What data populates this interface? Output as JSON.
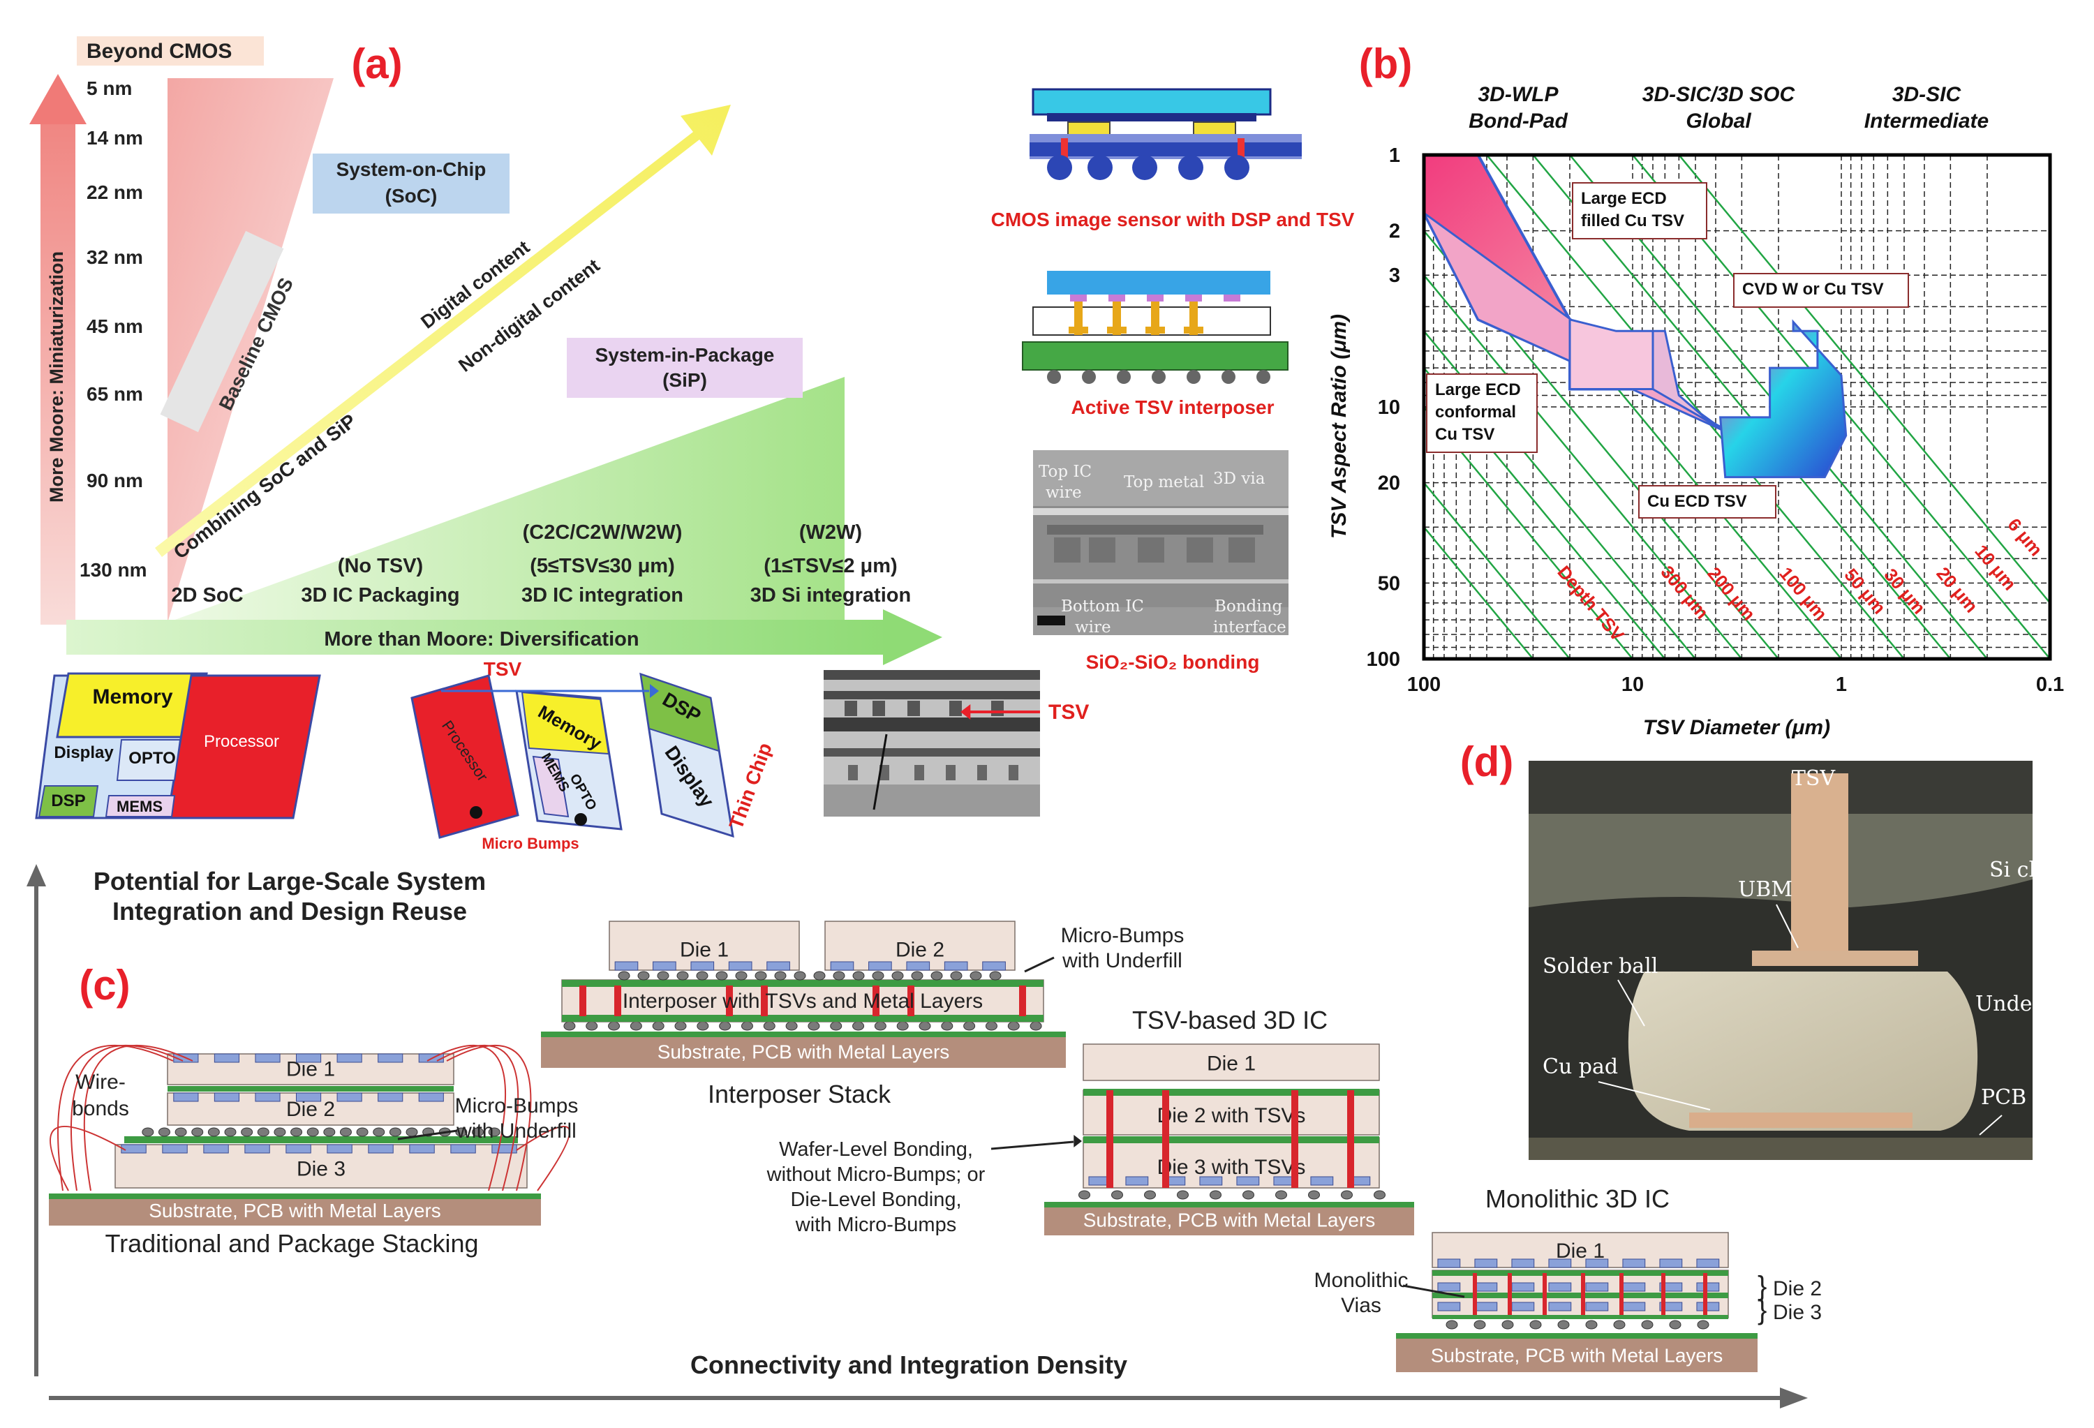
{
  "panel_a": {
    "label": "(a)",
    "beyond_cmos": "Beyond CMOS",
    "nodes": [
      "5 nm",
      "14 nm",
      "22 nm",
      "32 nm",
      "45 nm",
      "65 nm",
      "90 nm",
      "130 nm"
    ],
    "vertical_axis": "More Moore: Miniaturization",
    "horizontal_axis": "More than Moore: Diversification",
    "baseline": "Baseline CMOS",
    "soc": [
      "System-on-Chip",
      "(SoC)"
    ],
    "sip": [
      "System-in-Package",
      "(SiP)"
    ],
    "combining": "Combining SoC and SiP",
    "digital": "Digital content",
    "non_digital": "Non-digital content",
    "stages": [
      {
        "top": "",
        "mid": "",
        "bottom": "2D SoC"
      },
      {
        "top": "",
        "mid": "(No TSV)",
        "bottom": "3D IC Packaging"
      },
      {
        "top": "(C2C/C2W/W2W)",
        "mid": "(5≤TSV≤30 μm)",
        "bottom": "3D IC integration"
      },
      {
        "top": "(W2W)",
        "mid": "(1≤TSV≤2 μm)",
        "bottom": "3D Si integration"
      }
    ],
    "cis_caption": "CMOS image sensor with DSP and TSV",
    "interposer_caption": "Active TSV interposer",
    "bonding_caption": "SiO₂-SiO₂ bonding",
    "sem_labels": [
      "Top IC",
      "wire",
      "Top metal",
      "3D via",
      "Bottom IC",
      "wire",
      "Bonding",
      "interface"
    ],
    "chip2d": {
      "memory": "Memory",
      "display": "Display",
      "opto": "OPTO",
      "processor": "Processor",
      "dsp": "DSP",
      "mems": "MEMS"
    },
    "stack3d": {
      "tsv": "TSV",
      "processor": "Processor",
      "memory": "Memory",
      "mems": "MEMS",
      "opto": "OPTO",
      "dsp": "DSP",
      "display": "Display",
      "thin_chip": "Thin Chip",
      "micro_bumps": "Micro Bumps"
    },
    "tsv_label": "TSV"
  },
  "panel_b": {
    "label": "(b)",
    "column_headers": [
      [
        "3D-WLP",
        "Bond-Pad"
      ],
      [
        "3D-SIC/3D SOC",
        "Global"
      ],
      [
        "3D-SIC",
        "Intermediate"
      ]
    ],
    "region_labels": {
      "large_ecd_filled": [
        "Large ECD",
        "filled Cu TSV"
      ],
      "cvd": "CVD W or Cu TSV",
      "large_ecd_conformal": [
        "Large ECD",
        "conformal",
        "Cu TSV"
      ],
      "cu_ecd": "Cu ECD TSV"
    },
    "depth_label": "Depth TSV",
    "depth_lines": [
      "300 μm",
      "200 μm",
      "100 μm",
      "50 μm",
      "30 μm",
      "20 μm",
      "10 μm",
      "6 μm"
    ]
  },
  "chart_data": {
    "type": "scatter",
    "xlabel": "TSV  Diameter    (μm)",
    "ylabel": "TSV  Aspect Ratio    (μm)",
    "x_scale": "log",
    "y_scale": "log",
    "x_reversed": true,
    "y_reversed": true,
    "xlim": [
      100,
      0.1
    ],
    "ylim": [
      1,
      100
    ],
    "x_ticks": [
      100,
      10,
      1,
      0.1
    ],
    "x_tick_labels": [
      "100",
      "10",
      "1",
      "0.1"
    ],
    "y_ticks": [
      1,
      2,
      3,
      10,
      20,
      50,
      100
    ],
    "y_tick_labels": [
      "1",
      "2",
      "3",
      "10",
      "20",
      "50",
      "100"
    ],
    "grid": true,
    "regions": [
      {
        "name": "Large ECD filled Cu TSV",
        "polygon": [
          [
            100,
            1
          ],
          [
            55,
            1
          ],
          [
            20,
            4.5
          ],
          [
            20,
            8.5
          ],
          [
            8,
            8.5
          ],
          [
            55,
            4.5
          ],
          [
            100,
            1.7
          ]
        ]
      },
      {
        "name": "Large ECD conformal Cu TSV",
        "polygon": [
          [
            100,
            1.7
          ],
          [
            55,
            4.5
          ],
          [
            8,
            8.5
          ],
          [
            8,
            13
          ],
          [
            3.5,
            13
          ],
          [
            100,
            1.7
          ]
        ]
      },
      {
        "name": "Cu ECD TSV",
        "polygon": [
          [
            4,
            11
          ],
          [
            2.2,
            11
          ],
          [
            2.2,
            7
          ],
          [
            1.2,
            7
          ],
          [
            1,
            13
          ],
          [
            1.7,
            17
          ],
          [
            1.9,
            19
          ],
          [
            3.5,
            19
          ]
        ]
      }
    ]
  },
  "panel_c": {
    "label": "(c)",
    "y_axis": [
      "Potential for Large-Scale System",
      "Integration and Design Reuse"
    ],
    "x_axis": "Connectivity and Integration Density",
    "traditional": {
      "dies": [
        "Die 1",
        "Die 2",
        "Die 3"
      ],
      "substrate": "Substrate, PCB with Metal Layers",
      "caption": "Traditional and Package Stacking",
      "wire_bonds": [
        "Wire-",
        "bonds"
      ],
      "micro_bumps": [
        "Micro-Bumps",
        "with Underfill"
      ]
    },
    "interposer": {
      "dies": [
        "Die 1",
        "Die 2"
      ],
      "interposer": "Interposer with TSVs and Metal Layers",
      "substrate": "Substrate, PCB with Metal Layers",
      "caption": "Interposer Stack",
      "micro_bumps": [
        "Micro-Bumps",
        "with Underfill"
      ]
    },
    "tsv3d": {
      "title": "TSV-based 3D IC",
      "dies": [
        "Die 1",
        "Die 2 with TSVs",
        "Die 3 with TSVs"
      ],
      "substrate": "Substrate, PCB with Metal Layers",
      "note": [
        "Wafer-Level Bonding,",
        "without Micro-Bumps; or",
        "Die-Level Bonding,",
        "with Micro-Bumps"
      ]
    },
    "mono": {
      "title": "Monolithic 3D IC",
      "die1": "Die 1",
      "die2": "Die 2",
      "die3": "Die 3",
      "substrate": "Substrate, PCB with Metal Layers",
      "vias": [
        "Monolithic",
        "Vias"
      ]
    }
  },
  "panel_d": {
    "label": "(d)",
    "labels": [
      "TSV",
      "Si chip",
      "UBM",
      "Solder ball",
      "Underfill",
      "Cu pad",
      "PCB"
    ]
  },
  "colors": {
    "label_red": "#e8202a",
    "caption_red": "#e0201e",
    "tsv_red": "#d8262d",
    "die_fill": "#efe1d9",
    "substrate": "#b48e7c",
    "green_layer": "#3d9b43"
  }
}
